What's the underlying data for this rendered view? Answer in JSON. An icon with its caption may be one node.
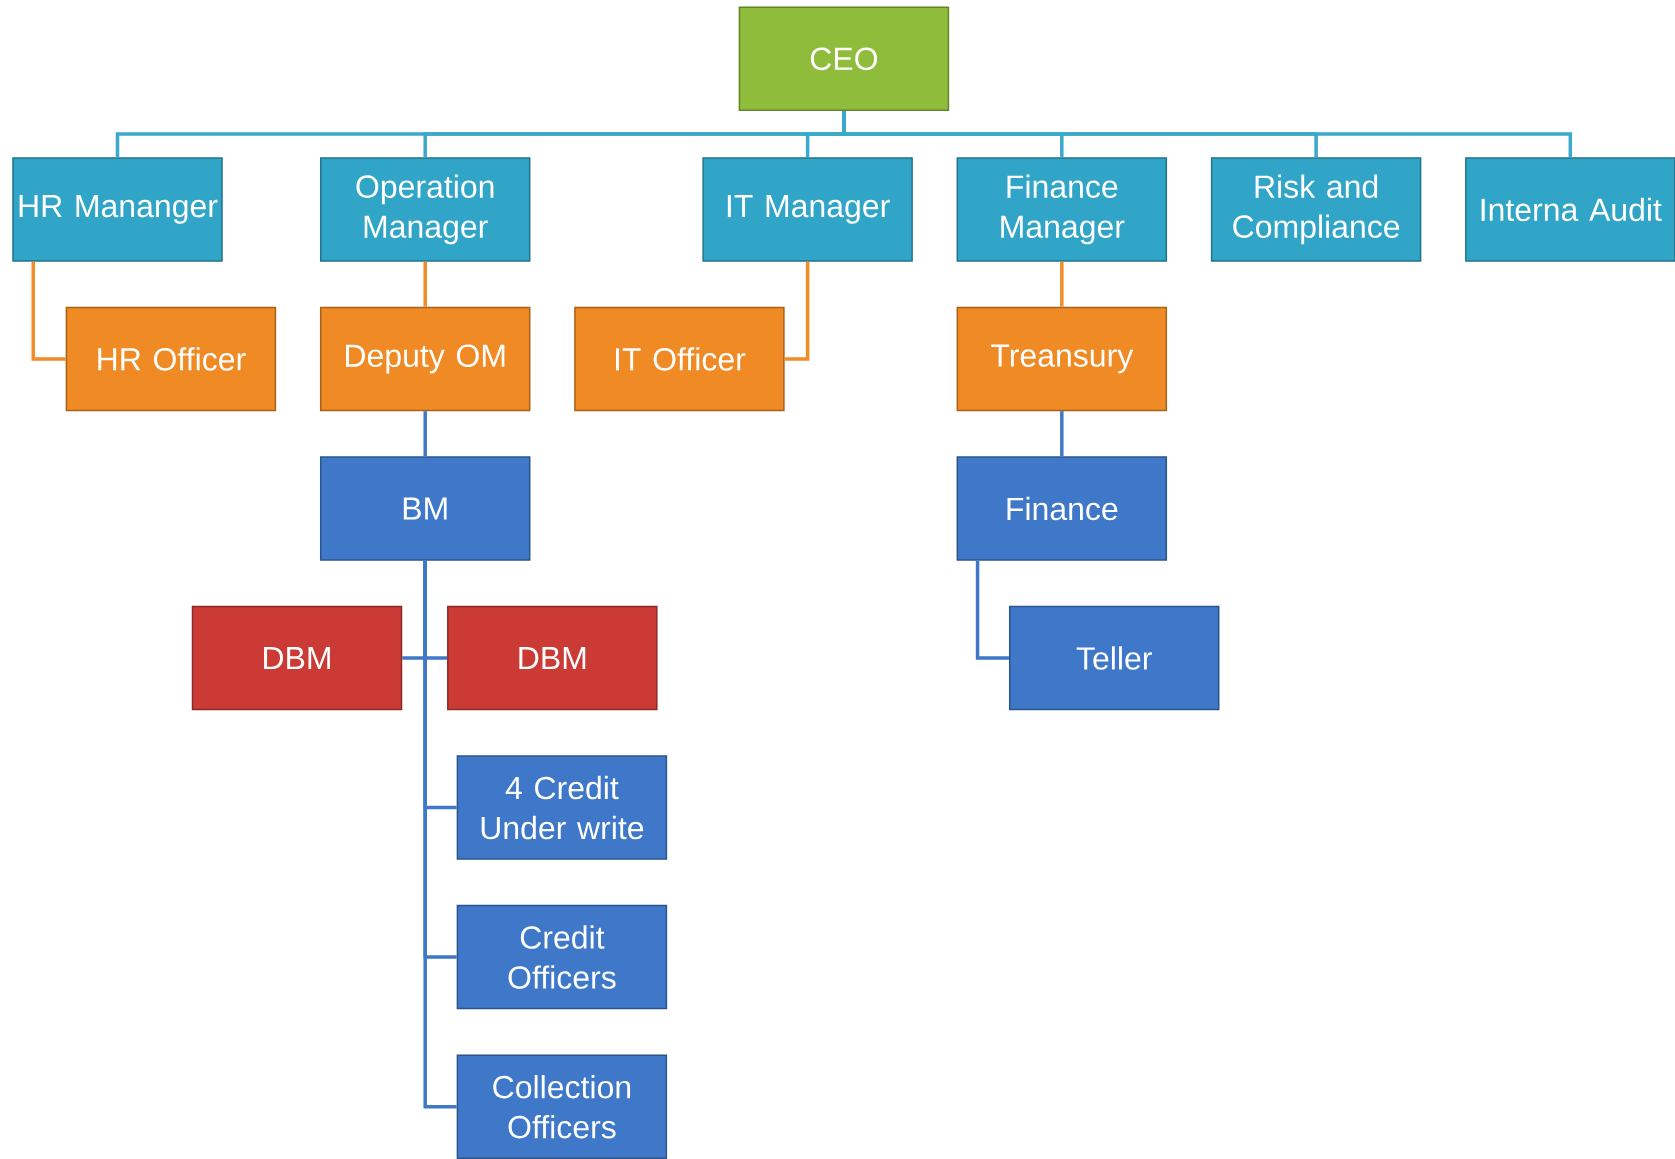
{
  "diagram": {
    "nodes": [
      {
        "text": [
          "CEO"
        ]
      },
      {
        "text": [
          "HR Mananger"
        ]
      },
      {
        "text": [
          "Operation Manager"
        ]
      },
      {
        "text": [
          "IT Manager"
        ]
      },
      {
        "text": [
          "Finance Manager"
        ]
      },
      {
        "text": [
          "Risk and Compliance"
        ]
      },
      {
        "text": [
          "Interna Audit"
        ]
      },
      {
        "text": [
          "HR Officer"
        ]
      },
      {
        "text": [
          "Deputy OM"
        ]
      },
      {
        "text": [
          "IT Officer"
        ]
      },
      {
        "text": [
          "Treansury"
        ]
      },
      {
        "text": [
          "BM"
        ]
      },
      {
        "text": [
          "Finance"
        ]
      },
      {
        "text": [
          "DBM"
        ]
      },
      {
        "text": [
          "DBM"
        ]
      },
      {
        "text": [
          "Teller"
        ]
      },
      {
        "text": [
          "4 Credit Under write"
        ]
      },
      {
        "text": [
          "Credit Officers"
        ]
      },
      {
        "text": [
          "Collection Officers"
        ]
      }
    ],
    "edges": [
      {
        "from": 0,
        "to": 1,
        "arrow": "none",
        "color": "#3ba9c9"
      },
      {
        "from": 0,
        "to": 2,
        "arrow": "none",
        "color": "#3ba9c9"
      },
      {
        "from": 0,
        "to": 3,
        "arrow": "none",
        "color": "#3ba9c9"
      },
      {
        "from": 0,
        "to": 4,
        "arrow": "none",
        "color": "#3ba9c9"
      },
      {
        "from": 0,
        "to": 5,
        "arrow": "none",
        "color": "#3ba9c9"
      },
      {
        "from": 0,
        "to": 6,
        "arrow": "none",
        "color": "#3ba9c9"
      },
      {
        "from": 1,
        "to": 7,
        "arrow": "none",
        "color": "#f28c28"
      },
      {
        "from": 2,
        "to": 8,
        "arrow": "none",
        "color": "#f28c28"
      },
      {
        "from": 3,
        "to": 9,
        "arrow": "none",
        "color": "#f28c28"
      },
      {
        "from": 4,
        "to": 10,
        "arrow": "none",
        "color": "#f28c28"
      },
      {
        "from": 8,
        "to": 11,
        "arrow": "none"
      },
      {
        "from": 10,
        "to": 12,
        "arrow": "none"
      },
      {
        "from": 11,
        "to": 13,
        "arrow": "none"
      },
      {
        "from": 11,
        "to": 14,
        "arrow": "none"
      },
      {
        "from": 12,
        "to": 15,
        "arrow": "none"
      },
      {
        "from": 11,
        "to": 16,
        "arrow": "none"
      },
      {
        "from": 11,
        "to": 17,
        "arrow": "none"
      },
      {
        "from": 11,
        "to": 18,
        "arrow": "none"
      }
    ]
  }
}
